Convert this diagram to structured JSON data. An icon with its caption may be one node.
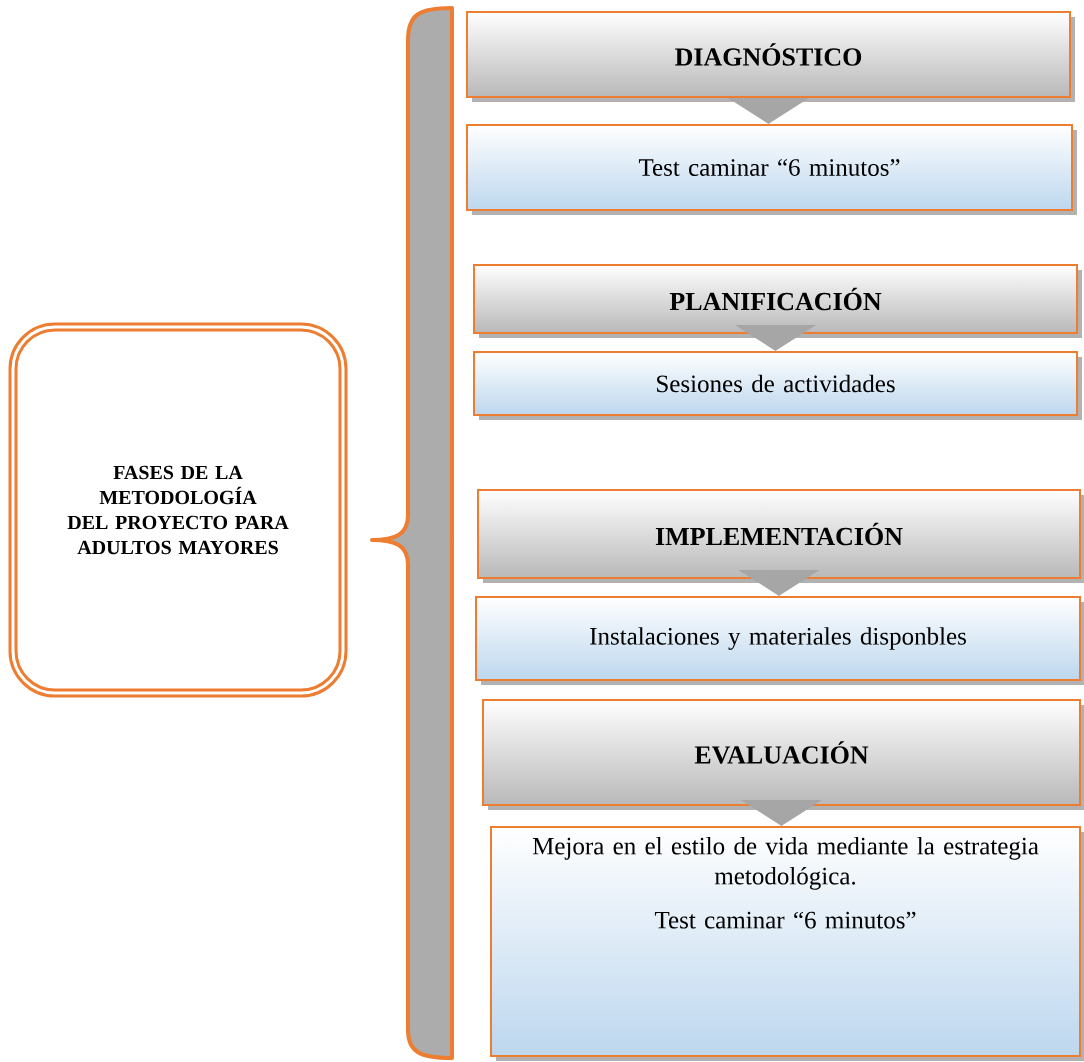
{
  "diagram": {
    "nodes": [
      {
        "text": [
          "FASES DE LA METODOLOGÍA DEL PROYECTO PARA ADULTOS MAYORES"
        ]
      },
      {
        "text": [
          "DIAGNÓSTICO"
        ]
      },
      {
        "text": [
          "Test caminar “6 minutos”"
        ]
      },
      {
        "text": [
          "PLANIFICACIÓN"
        ]
      },
      {
        "text": [
          "Sesiones de actividades"
        ]
      },
      {
        "text": [
          "IMPLEMENTACIÓN"
        ]
      },
      {
        "text": [
          "Instalaciones y materiales disponbles"
        ]
      },
      {
        "text": [
          "EVALUACIÓN"
        ]
      },
      {
        "text": [
          "Mejora en el estilo de vida mediante la estrategia metodológica.",
          "Test caminar “6 minutos”"
        ]
      }
    ],
    "edges": [
      {
        "from": 1,
        "to": 2,
        "arrow": "to"
      },
      {
        "from": 3,
        "to": 4,
        "arrow": "to"
      },
      {
        "from": 5,
        "to": 6,
        "arrow": "to"
      },
      {
        "from": 7,
        "to": 8,
        "arrow": "to"
      }
    ]
  }
}
